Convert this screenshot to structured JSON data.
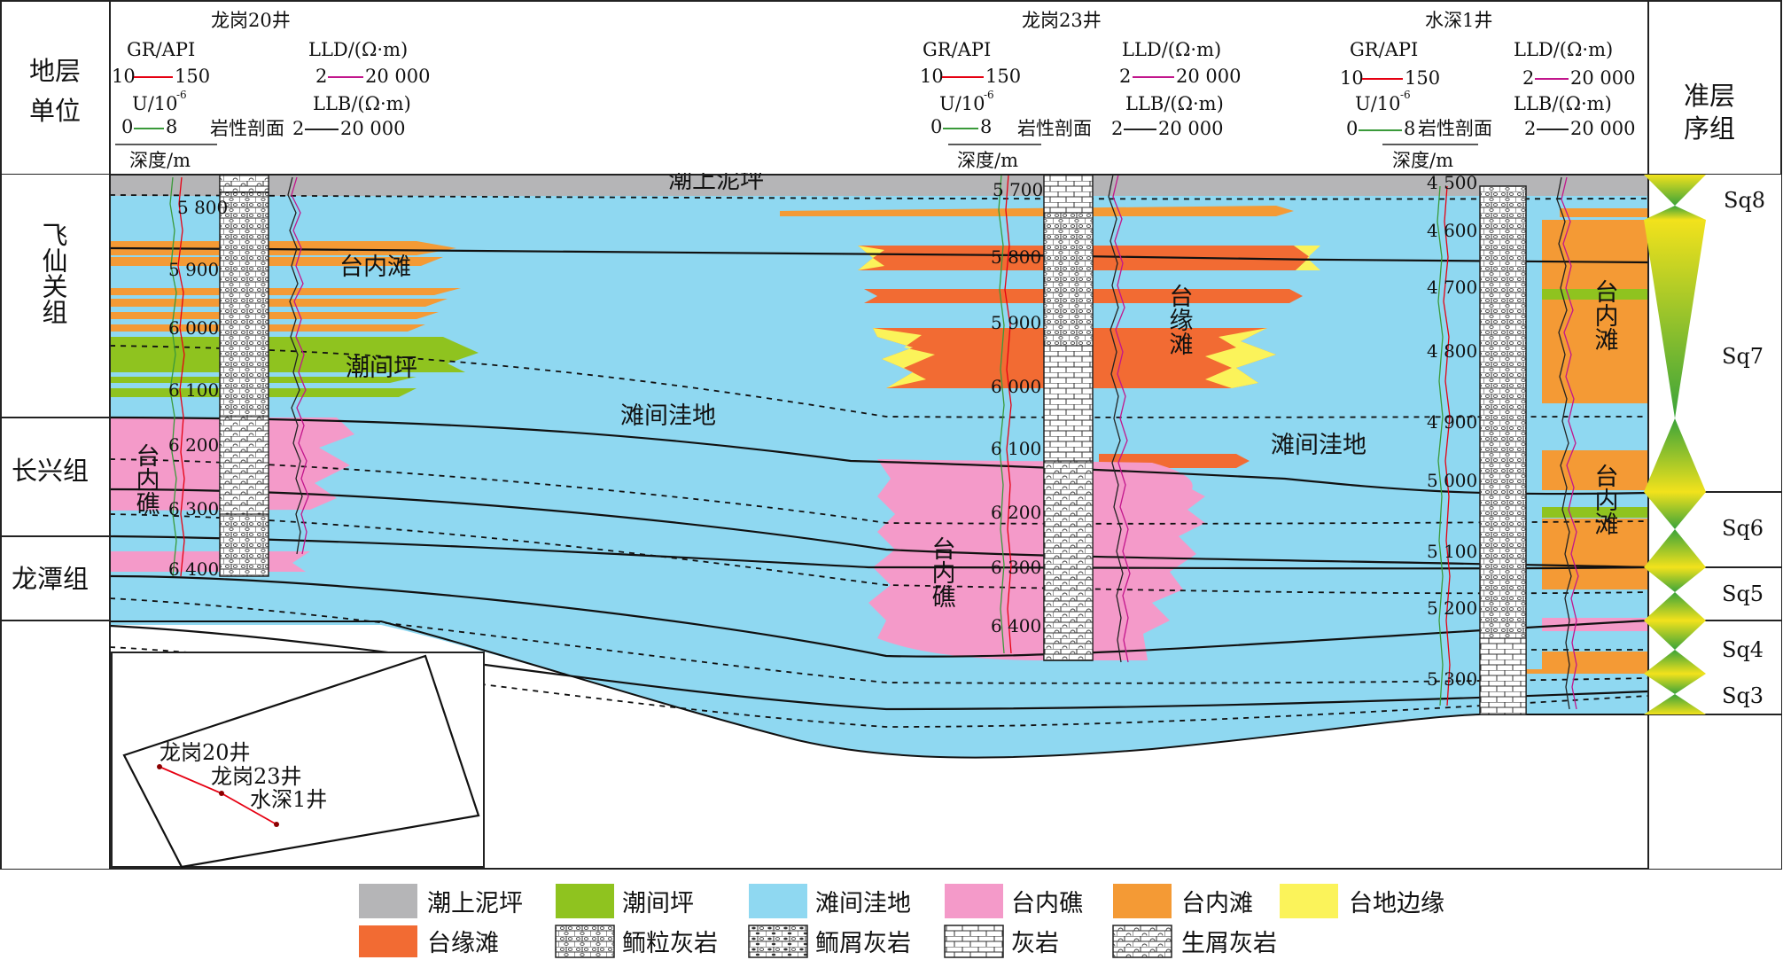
{
  "colors": {
    "supratidal_flat": "#b5b5b7",
    "intertidal_flat": "#8fc31f",
    "inter_shoal_depression": "#8fd8f1",
    "intraplatform_reef": "#f49ac9",
    "intraplatform_shoal": "#f49a35",
    "platform_margin": "#fbf35a",
    "margin_shoal": "#f26b33",
    "gr_curve": "#e60012",
    "u_curve": "#3a9a3a",
    "lld_curve": "#c2168c",
    "llb_curve": "#222222"
  },
  "left_column": {
    "header_line1": "地层",
    "header_line2": "单位",
    "formations": [
      "飞仙关组",
      "长兴组",
      "龙潭组"
    ]
  },
  "right_column": {
    "header_line1": "准层",
    "header_line2": "序组",
    "sequences": [
      "Sq8",
      "Sq7",
      "Sq6",
      "Sq5",
      "Sq4",
      "Sq3"
    ]
  },
  "wells": [
    {
      "name": "龙岗20井",
      "gr_label": "GR/API",
      "gr_range_min": "10",
      "gr_range_max": "150",
      "u_label": "U/10",
      "u_exp": "-6",
      "u_range_min": "0",
      "u_range_max": "8",
      "lld_label": "LLD/(Ω·m)",
      "lld_range_min": "2",
      "lld_range_max": "20 000",
      "llb_label": "LLB/(Ω·m)",
      "llb_range_min": "2",
      "llb_range_max": "20 000",
      "lith_label": "岩性剖面",
      "depth_label": "深度/m",
      "depths": [
        "5 800",
        "5 900",
        "6 000",
        "6 100",
        "6 200",
        "6 300",
        "6 400"
      ]
    },
    {
      "name": "龙岗23井",
      "gr_label": "GR/API",
      "gr_range_min": "10",
      "gr_range_max": "150",
      "u_label": "U/10",
      "u_exp": "-6",
      "u_range_min": "0",
      "u_range_max": "8",
      "lld_label": "LLD/(Ω·m)",
      "lld_range_min": "2",
      "lld_range_max": "20 000",
      "llb_label": "LLB/(Ω·m)",
      "llb_range_min": "2",
      "llb_range_max": "20 000",
      "lith_label": "岩性剖面",
      "depth_label": "深度/m",
      "depths": [
        "5 700",
        "5 800",
        "5 900",
        "6 000",
        "6 100",
        "6 200",
        "6 300",
        "6 400"
      ]
    },
    {
      "name": "水深1井",
      "gr_label": "GR/API",
      "gr_range_min": "10",
      "gr_range_max": "150",
      "u_label": "U/10",
      "u_exp": "-6",
      "u_range_min": "0",
      "u_range_max": "8",
      "lld_label": "LLD/(Ω·m)",
      "lld_range_min": "2",
      "lld_range_max": "20 000",
      "llb_label": "LLB/(Ω·m)",
      "llb_range_min": "2",
      "llb_range_max": "20 000",
      "lith_label": "岩性剖面",
      "depth_label": "深度/m",
      "depths": [
        "4 500",
        "4 600",
        "4 700",
        "4 800",
        "4 900",
        "5 000",
        "5 100",
        "5 200",
        "5 300"
      ]
    }
  ],
  "facies_labels": {
    "supratidal": "潮上泥坪",
    "intraplatform_shoal_left": "台内滩",
    "intertidal": "潮间坪",
    "depression_1": "滩间洼地",
    "depression_2": "滩间洼地",
    "reef_left": "台内礁",
    "reef_center": "台内礁",
    "margin_shoal_vertical": "台缘滩",
    "shoal_right_upper": "台内滩",
    "shoal_right_lower": "台内滩"
  },
  "inset_map": {
    "wells": [
      "龙岗20井",
      "龙岗23井",
      "水深1井"
    ]
  },
  "legend": [
    {
      "label": "潮上泥坪",
      "kind": "swatch",
      "color": "#b5b5b7"
    },
    {
      "label": "潮间坪",
      "kind": "swatch",
      "color": "#8fc31f"
    },
    {
      "label": "滩间洼地",
      "kind": "swatch",
      "color": "#8fd8f1"
    },
    {
      "label": "台内礁",
      "kind": "swatch",
      "color": "#f49ac9"
    },
    {
      "label": "台内滩",
      "kind": "swatch",
      "color": "#f49a35"
    },
    {
      "label": "台地边缘",
      "kind": "swatch",
      "color": "#fbf35a"
    },
    {
      "label": "台缘滩",
      "kind": "swatch",
      "color": "#f26b33"
    },
    {
      "label": "鲕粒灰岩",
      "kind": "pattern",
      "pattern": "oolitic"
    },
    {
      "label": "鲕屑灰岩",
      "kind": "pattern",
      "pattern": "oolitic-clastic"
    },
    {
      "label": "灰岩",
      "kind": "pattern",
      "pattern": "limestone"
    },
    {
      "label": "生屑灰岩",
      "kind": "pattern",
      "pattern": "bioclastic"
    }
  ]
}
